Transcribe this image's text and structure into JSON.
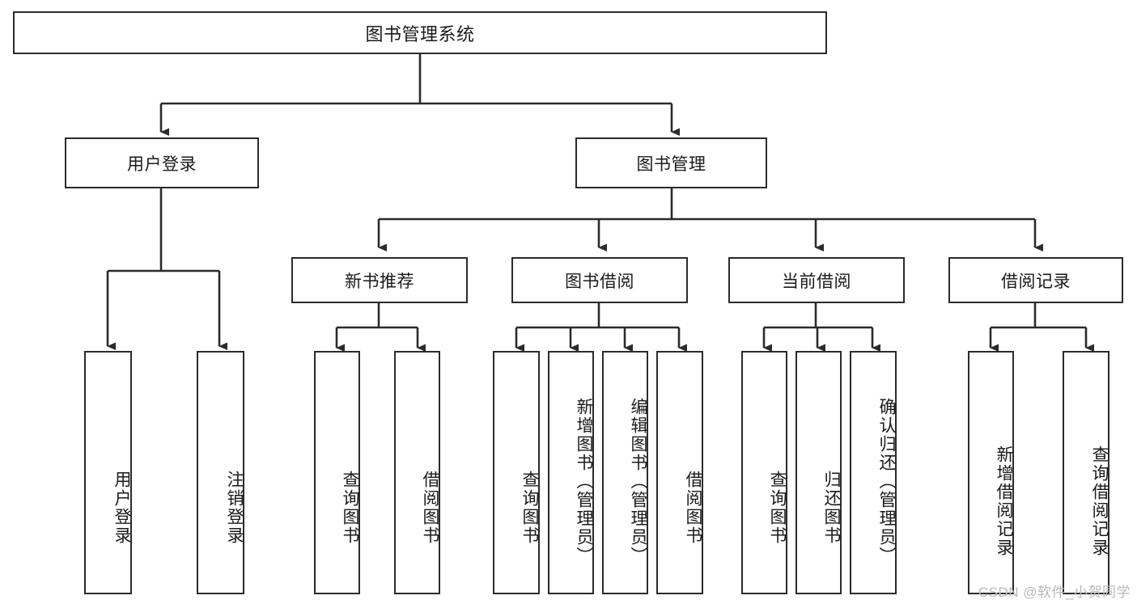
{
  "diagram": {
    "type": "tree-hierarchy-chart",
    "title": "图书管理系统",
    "line_color": "#2b2b2b",
    "box_fill": "#ffffff",
    "text_color": "#1a1a1a",
    "levels": [
      {
        "level": 1,
        "nodes": [
          {
            "id": "root",
            "label": "图书管理系统"
          }
        ]
      },
      {
        "level": 2,
        "nodes": [
          {
            "id": "login",
            "label": "用户登录"
          },
          {
            "id": "bookmgmt",
            "label": "图书管理"
          }
        ]
      },
      {
        "level": 3,
        "nodes": [
          {
            "id": "newbook",
            "label": "新书推荐"
          },
          {
            "id": "borrow",
            "label": "图书借阅"
          },
          {
            "id": "current",
            "label": "当前借阅"
          },
          {
            "id": "records",
            "label": "借阅记录"
          }
        ]
      },
      {
        "level": 4,
        "nodes": [
          {
            "id": "leaf1",
            "parent": "login",
            "label": "用户登录"
          },
          {
            "id": "leaf2",
            "parent": "login",
            "label": "注销登录"
          },
          {
            "id": "leaf3",
            "parent": "newbook",
            "label": "查询图书"
          },
          {
            "id": "leaf4",
            "parent": "newbook",
            "label": "借阅图书"
          },
          {
            "id": "leaf5",
            "parent": "borrow",
            "label": "查询图书"
          },
          {
            "id": "leaf6",
            "parent": "borrow",
            "label": "新增图书（管理员）"
          },
          {
            "id": "leaf7",
            "parent": "borrow",
            "label": "编辑图书（管理员）"
          },
          {
            "id": "leaf8",
            "parent": "borrow",
            "label": "借阅图书"
          },
          {
            "id": "leaf9",
            "parent": "current",
            "label": "查询图书"
          },
          {
            "id": "leaf10",
            "parent": "current",
            "label": "归还图书"
          },
          {
            "id": "leaf11",
            "parent": "current",
            "label": "确认归还（管理员）"
          },
          {
            "id": "leaf12",
            "parent": "records",
            "label": "新增借阅记录"
          },
          {
            "id": "leaf13",
            "parent": "records",
            "label": "查询借阅记录"
          }
        ]
      }
    ]
  },
  "watermark": {
    "text": "CSDN @软件_小贺同学"
  }
}
